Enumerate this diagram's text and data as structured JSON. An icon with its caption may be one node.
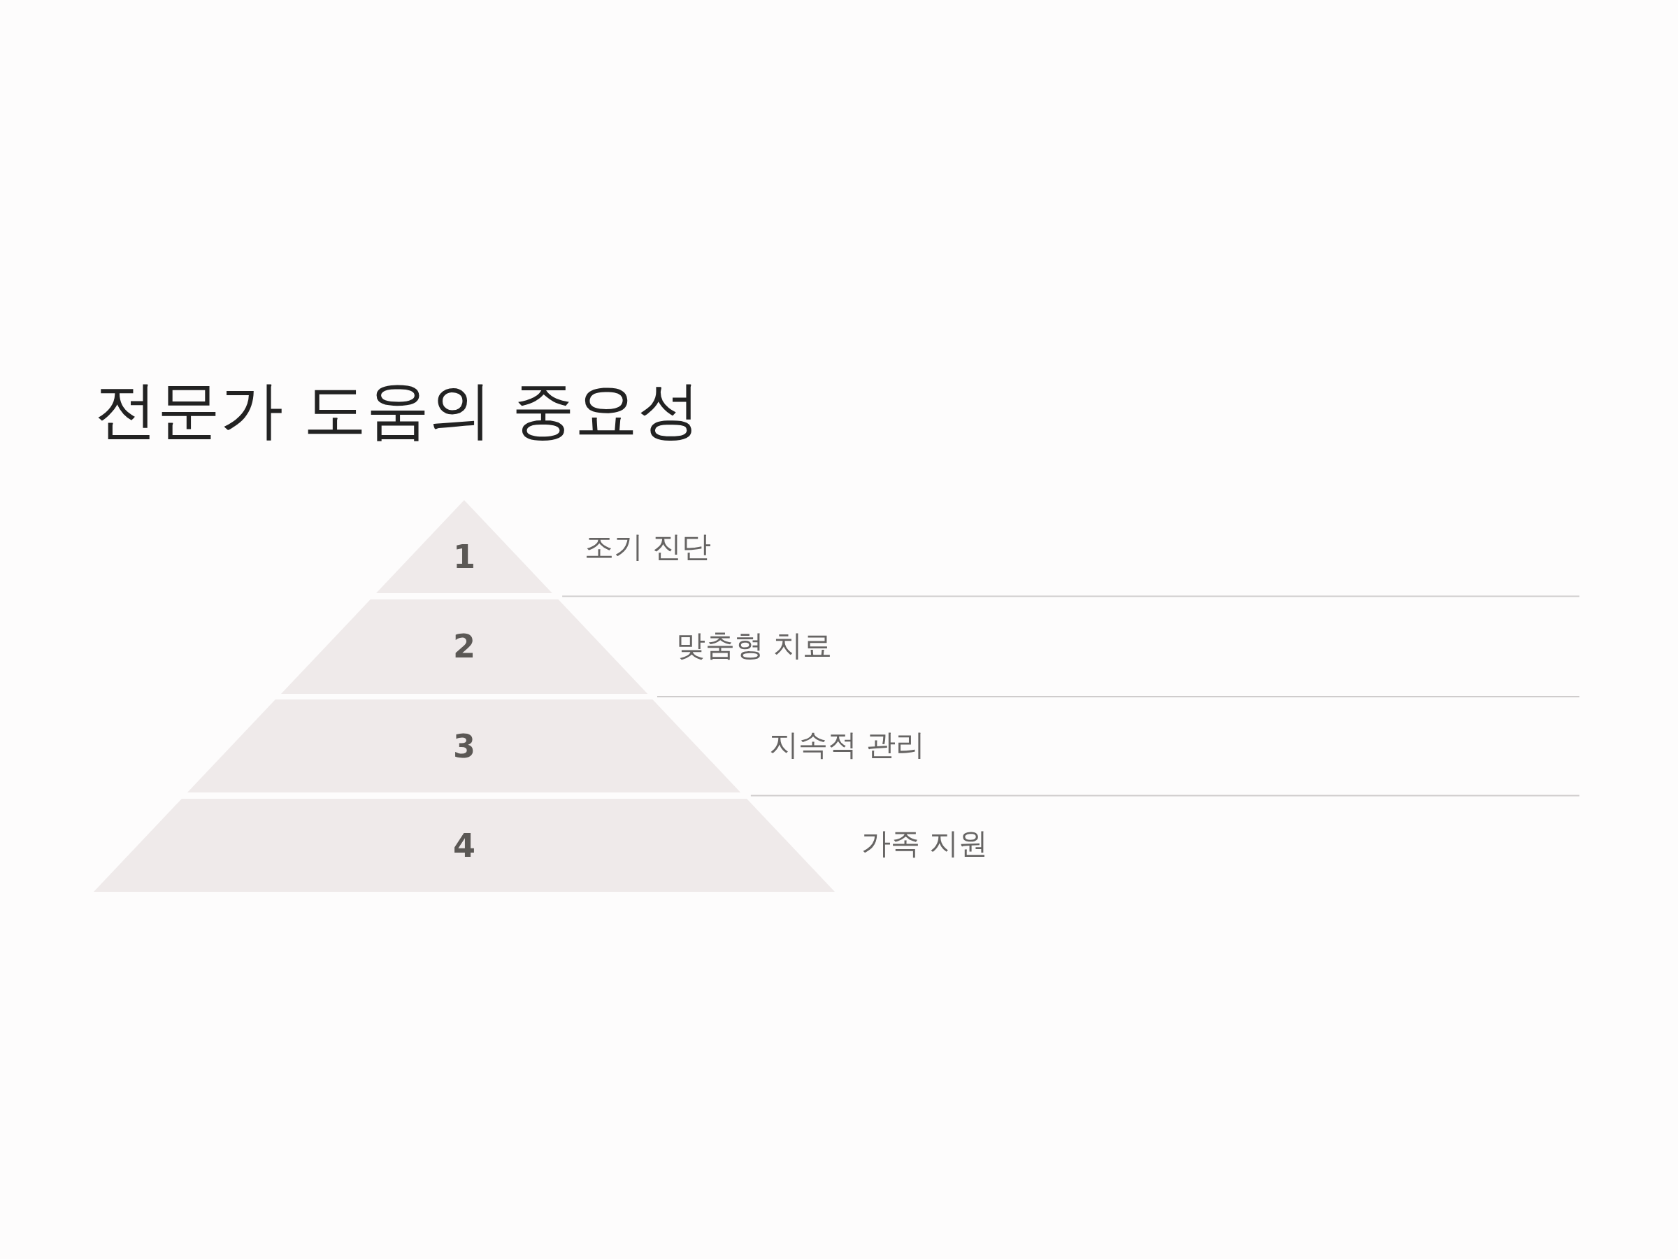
{
  "diagram": {
    "title": "전문가 도움의 중요성",
    "nodes": [
      {
        "text": [
          "1"
        ],
        "beside": [
          "조기 진단"
        ]
      },
      {
        "text": [
          "2"
        ],
        "beside": [
          "맞춤형 치료"
        ]
      },
      {
        "text": [
          "3"
        ],
        "beside": [
          "지속적 관리"
        ]
      },
      {
        "text": [
          "4"
        ],
        "beside": [
          "가족 지원"
        ]
      }
    ]
  }
}
